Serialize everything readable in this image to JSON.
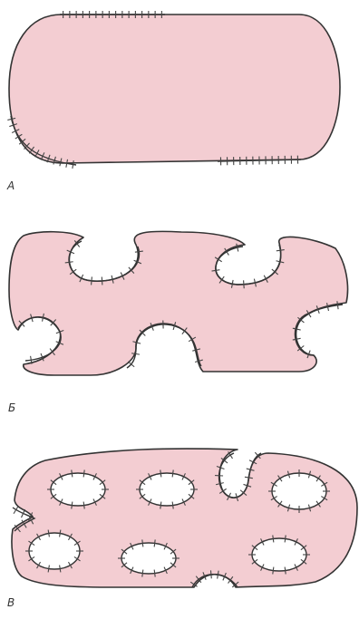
{
  "panels": [
    {
      "id": "a",
      "label": "A"
    },
    {
      "id": "b",
      "label": "Б"
    },
    {
      "id": "c",
      "label": "В"
    }
  ],
  "colors": {
    "fill": "#f3cdd2",
    "outline": "#333333",
    "hair": "#444444",
    "background": "#ffffff"
  }
}
